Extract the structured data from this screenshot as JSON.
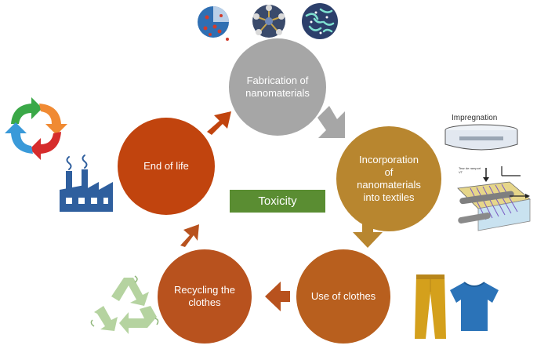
{
  "diagram": {
    "nodes": {
      "fabrication": "Fabrication of\nnanomaterials",
      "incorporation": "Incorporation\nof\nnanomaterials\ninto textiles",
      "use": "Use of clothes",
      "recycling": "Recycling the\nclothes",
      "end_of_life": "End of life"
    },
    "center_label": "Toxicity",
    "impregnation_label": "Impregnation",
    "padder_label": "Tear de ramport\nVT"
  },
  "colors": {
    "fabrication": "#a6a6a6",
    "incorporation": "#b8862f",
    "use": "#b85f1e",
    "recycling": "#b8521e",
    "end_of_life": "#c1440e",
    "toxicity": "#5a8d32",
    "arrow_gray": "#a6a6a6",
    "arrow_gold": "#b8862f",
    "arrow_orange": "#b8521e",
    "arrow_red": "#c1440e"
  },
  "icons": [
    "nanoparticle-sphere-icon",
    "dendrimer-icon",
    "nanofiber-mesh-icon",
    "impregnation-dish-icon",
    "padding-machine-icon",
    "pants-icon",
    "tshirt-icon",
    "recycle-symbol-icon",
    "circular-arrows-icon",
    "factory-icon"
  ]
}
